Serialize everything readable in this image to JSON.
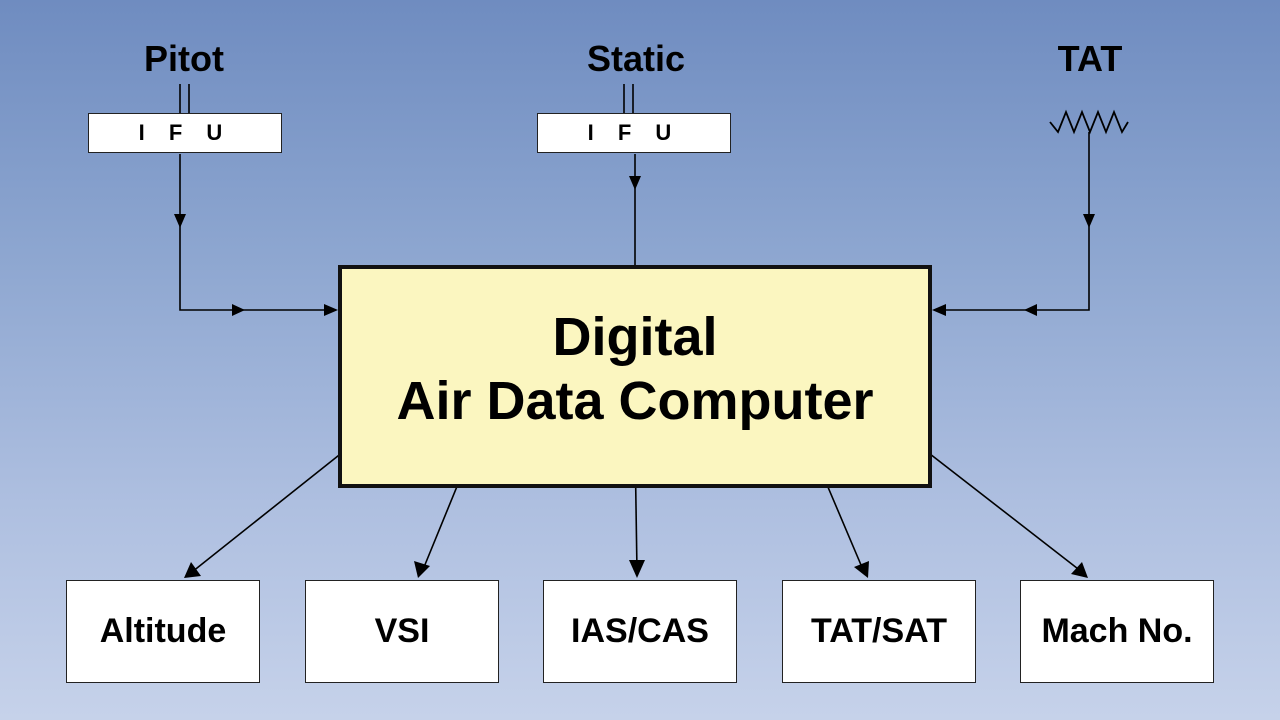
{
  "inputs": {
    "pitot": {
      "label": "Pitot",
      "unit_label": "I F U"
    },
    "static": {
      "label": "Static",
      "unit_label": "I F U"
    },
    "tat": {
      "label": "TAT"
    }
  },
  "computer": {
    "line1": "Digital",
    "line2": "Air Data Computer"
  },
  "outputs": [
    "Altitude",
    "VSI",
    "IAS/CAS",
    "TAT/SAT",
    "Mach No."
  ],
  "colors": {
    "computer_fill": "#fbf6c0",
    "box_fill": "#ffffff",
    "line": "#000000",
    "background_top": "#6f8cc0",
    "background_bottom": "#c6d2ea"
  },
  "icons": {
    "tat_probe": "resistor-zigzag-icon",
    "flow": "arrowhead-icon"
  }
}
